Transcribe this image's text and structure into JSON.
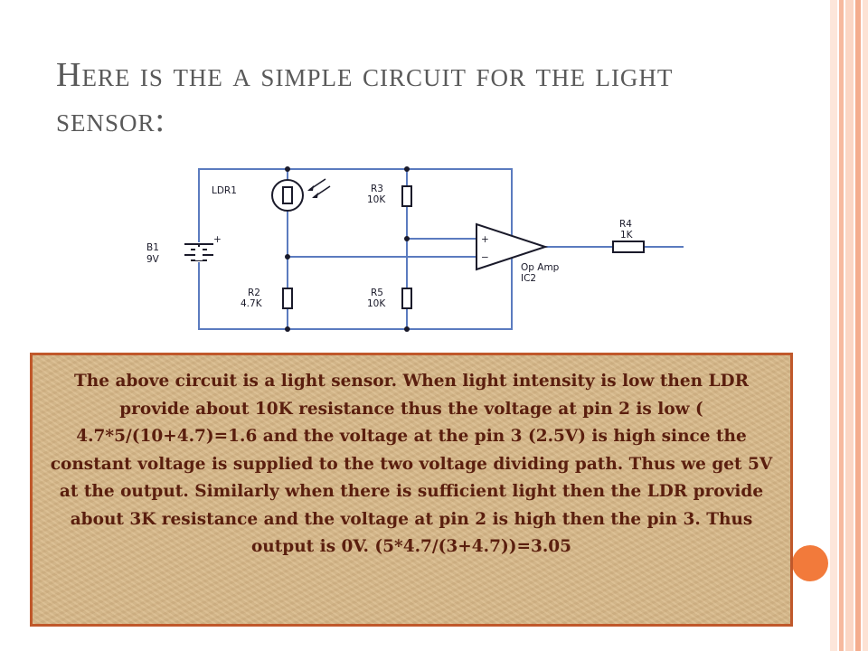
{
  "slide": {
    "title": "Here is the a simple circuit for the light sensor:",
    "caption": "The above circuit is a light sensor. When light intensity is low then LDR provide about 10K resistance thus the voltage at  pin 2 is low ( 4.7*5/(10+4.7)=1.6 and the voltage at the pin 3 (2.5V) is high since the constant voltage is supplied to the two voltage dividing path. Thus we get 5V at the output. Similarly when there is sufficient light then the LDR provide about 3K resistance and the voltage at pin 2 is high then the pin 3. Thus output is 0V. (5*4.7/(3+4.7))=3.05"
  },
  "circuit": {
    "ldr1_label": "LDR1",
    "b1_name": "B1",
    "b1_value": "9V",
    "plus_sign": "+",
    "r2_name": "R2",
    "r2_value": "4.7K",
    "r3_name": "R3",
    "r3_value": "10K",
    "r5_name": "R5",
    "r5_value": "10K",
    "r4_name": "R4",
    "r4_value": "1K",
    "opamp_name": "Op Amp",
    "opamp_id": "IC2",
    "opamp_plus": "+",
    "opamp_minus": "−"
  },
  "colors": {
    "title_text": "#595959",
    "caption_text": "#5a1e0e",
    "caption_border": "#c0582b",
    "caption_fill": "#d8b98a",
    "bullet": "#f27a3b",
    "wire": "#5b7bbf",
    "stripe_light": "#fbd9c9",
    "stripe_mid": "#f5b59a"
  }
}
